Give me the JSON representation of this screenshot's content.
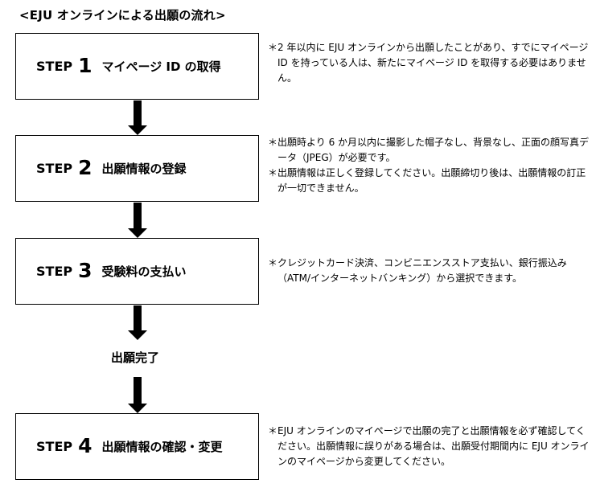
{
  "title": "<EJU オンラインによる出願の流れ>",
  "steps": [
    {
      "word": "STEP",
      "number": "1",
      "label": "マイページ ID の取得",
      "notes": [
        "2 年以内に EJU オンラインから出願したことがあり、すでにマイページ ID を持っている人は、新たにマイページ ID を取得する必要はありません。"
      ]
    },
    {
      "word": "STEP",
      "number": "2",
      "label": "出願情報の登録",
      "notes": [
        "出願時より 6 か月以内に撮影した帽子なし、背景なし、正面の顔写真データ（JPEG）が必要です。",
        "出願情報は正しく登録してください。出願締切り後は、出願情報の訂正が一切できません。"
      ]
    },
    {
      "word": "STEP",
      "number": "3",
      "label": "受験料の支払い",
      "notes": [
        "クレジットカード決済、コンビニエンスストア支払い、銀行振込み（ATM/インターネットバンキング）から選択できます。"
      ]
    },
    {
      "word": "STEP",
      "number": "4",
      "label": "出願情報の確認・変更",
      "notes": [
        "EJU オンラインのマイページで出願の完了と出願情報を必ず確認してください。出願情報に誤りがある場合は、出願受付期間内に EJU オンラインのマイページから変更してください。"
      ]
    }
  ],
  "note_mark": "＊",
  "complete_label": "出願完了"
}
